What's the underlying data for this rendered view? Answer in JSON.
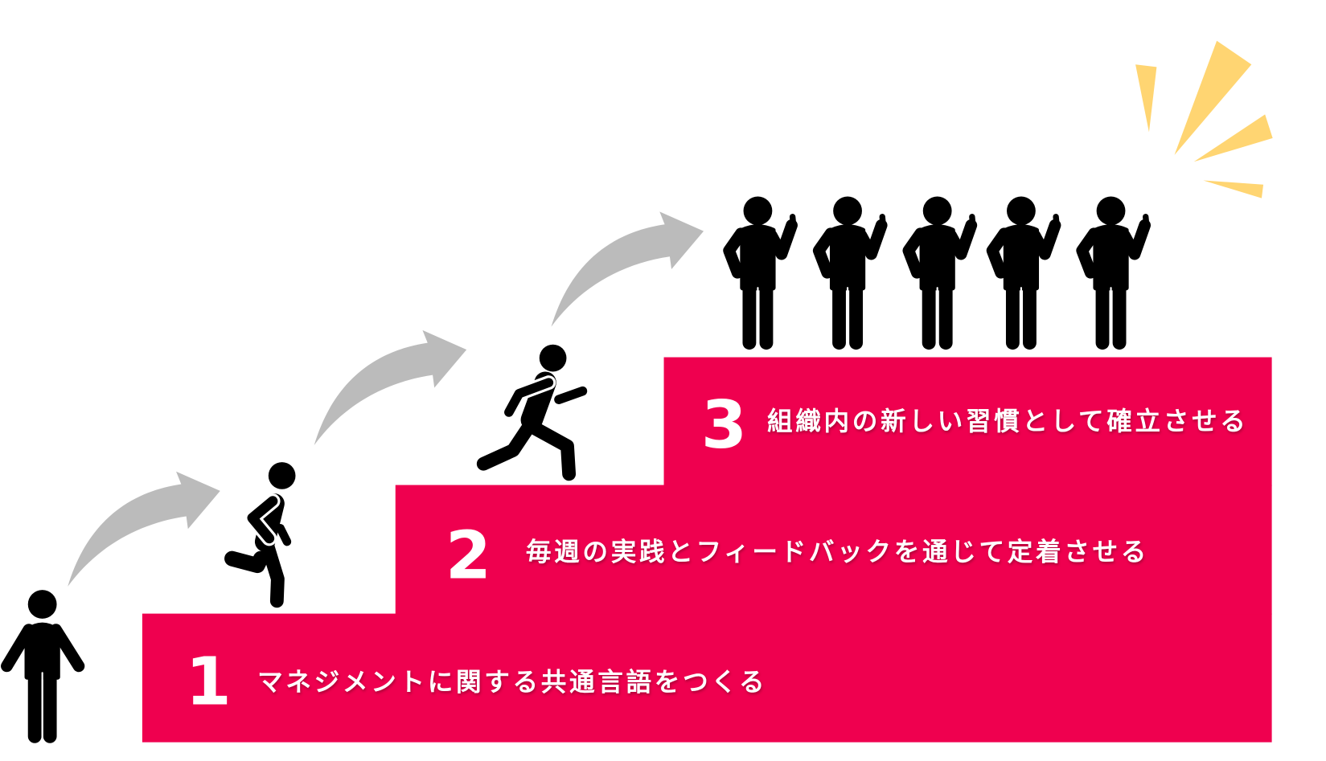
{
  "colors": {
    "step": "#EF004F",
    "arrow": "#BBBBBB",
    "figure": "#000000",
    "spark": "#FFD572",
    "text": "#FFFFFF"
  },
  "steps": [
    {
      "number": "1",
      "label": "マネジメントに関する共通言語をつくる"
    },
    {
      "number": "2",
      "label": "毎週の実践とフィードバックを通じて定着させる"
    },
    {
      "number": "3",
      "label": "組織内の新しい習慣として確立させる"
    }
  ],
  "icons": [
    "standing-person-icon",
    "running-person-icon",
    "thumbs-up-person-icon",
    "curved-arrow-icon",
    "sparkle-icon"
  ]
}
